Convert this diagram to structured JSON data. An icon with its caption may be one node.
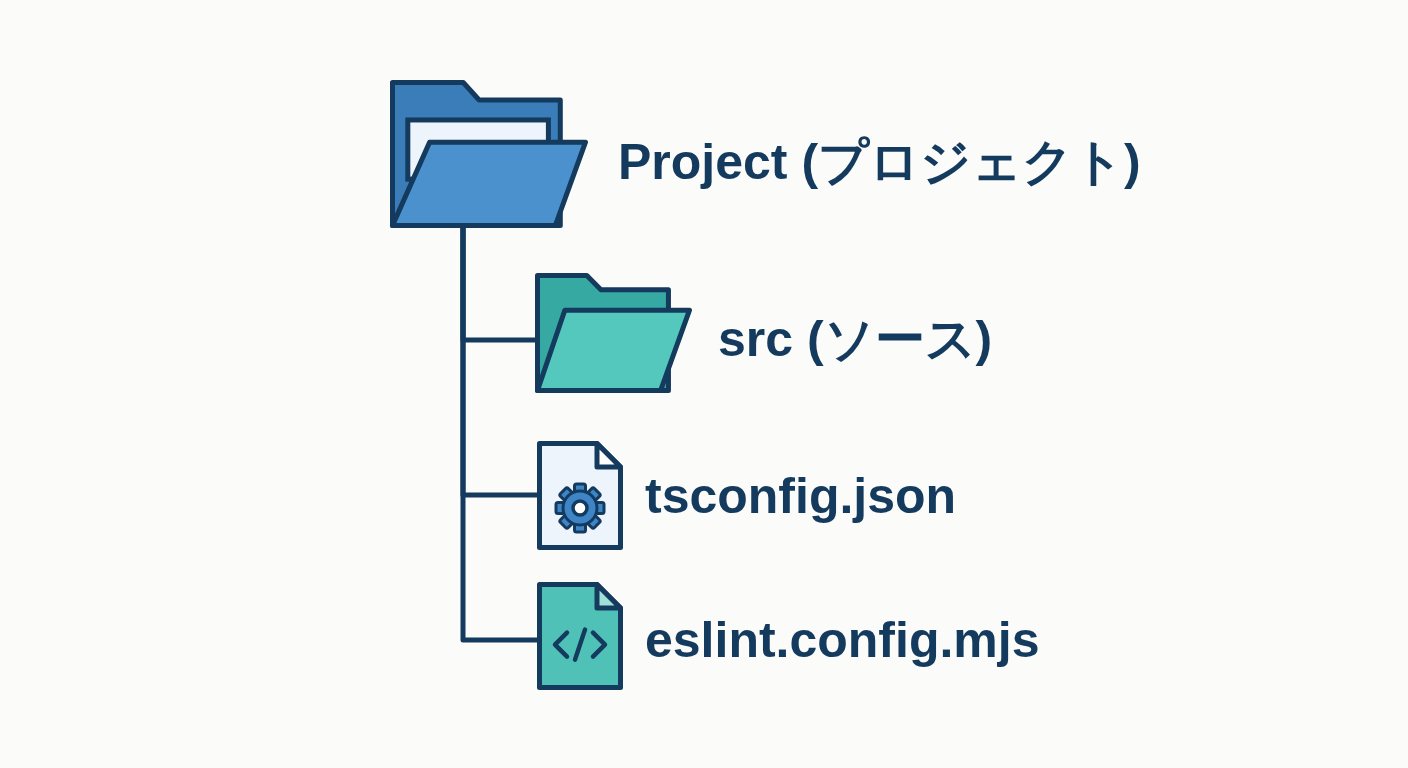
{
  "diagram": {
    "nodes": [
      {
        "text": [],
        "shape": "folder",
        "beside": [
          "Project (プロジェクト)"
        ]
      },
      {
        "text": [],
        "shape": "folder",
        "beside": [
          "src (ソース)"
        ]
      },
      {
        "text": [],
        "shape": "document",
        "beside": [
          "tsconfig.json"
        ]
      },
      {
        "text": [],
        "shape": "document",
        "beside": [
          "eslint.config.mjs"
        ]
      }
    ],
    "edges": [
      {
        "from": 0,
        "to": 1,
        "arrow": "none"
      },
      {
        "from": 0,
        "to": 2,
        "arrow": "none"
      },
      {
        "from": 0,
        "to": 3,
        "arrow": "none"
      }
    ]
  }
}
